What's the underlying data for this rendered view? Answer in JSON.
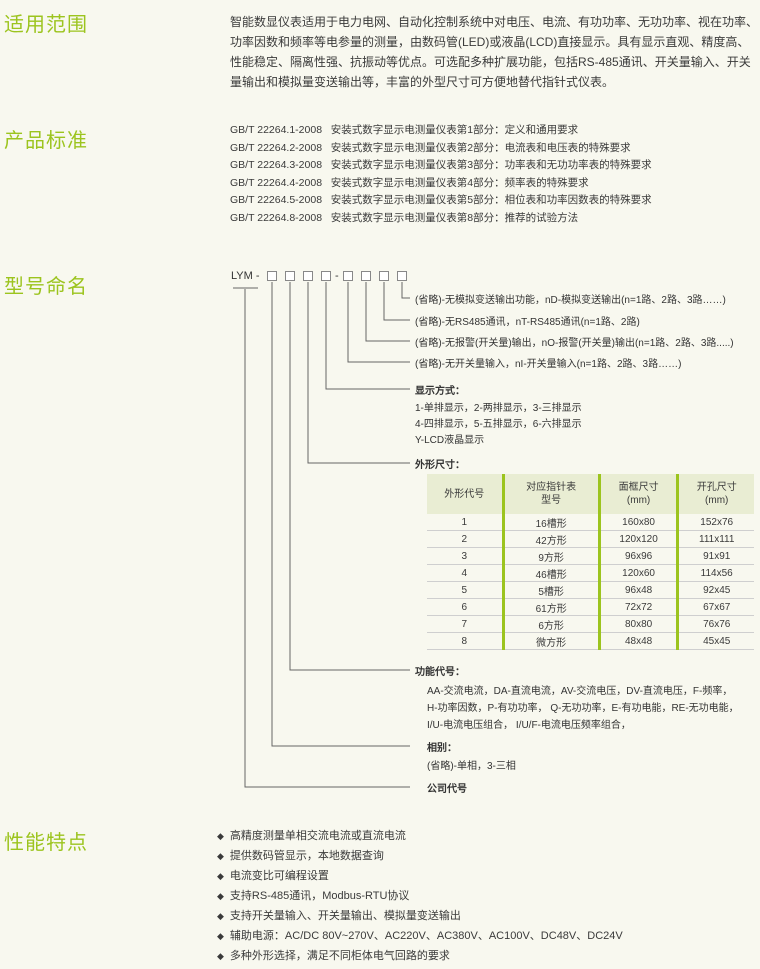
{
  "sections": {
    "scope": {
      "title": "适用范围",
      "text": "智能数显仪表适用于电力电网、自动化控制系统中对电压、电流、有功功率、无功功率、视在功率、功率因数和频率等电参量的测量，由数码管(LED)或液晶(LCD)直接显示。具有显示直观、精度高、性能稳定、隔离性强、抗振动等优点。可选配多种扩展功能，包括RS-485通讯、开关量输入、开关量输出和模拟量变送输出等，丰富的外型尺寸可方便地替代指针式仪表。"
    },
    "standards": {
      "title": "产品标准",
      "items": [
        "GB/T 22264.1-2008   安装式数字显示电测量仪表第1部分：定义和通用要求",
        "GB/T 22264.2-2008   安装式数字显示电测量仪表第2部分：电流表和电压表的特殊要求",
        "GB/T 22264.3-2008   安装式数字显示电测量仪表第3部分：功率表和无功功率表的特殊要求",
        "GB/T 22264.4-2008   安装式数字显示电测量仪表第4部分：频率表的特殊要求",
        "GB/T 22264.5-2008   安装式数字显示电测量仪表第5部分：相位表和功率因数表的特殊要求",
        "GB/T 22264.8-2008   安装式数字显示电测量仪表第8部分：推荐的试验方法"
      ]
    },
    "model": {
      "title": "型号命名",
      "prefix": "LYM -",
      "dash": "-",
      "analog": "(省略)-无模拟变送输出功能，nD-模拟变送输出(n=1路、2路、3路……)",
      "rs485": "(省略)-无RS485通讯，nT-RS485通讯(n=1路、2路)",
      "alarm": "(省略)-无报警(开关量)输出，nO-报警(开关量)输出(n=1路、2路、3路.....)",
      "input": "(省略)-无开关量输入，nI-开关量输入(n=1路、2路、3路……)",
      "display_title": "显示方式：",
      "display_lines": [
        "1-单排显示，2-两排显示，3-三排显示",
        "4-四排显示，5-五排显示，6-六排显示",
        "Y-LCD液晶显示"
      ],
      "shape_title": "外形尺寸：",
      "table": {
        "headers": [
          [
            "外形代号",
            ""
          ],
          [
            "对应指针表",
            "型号"
          ],
          [
            "面框尺寸",
            "(mm)"
          ],
          [
            "开孔尺寸",
            "(mm)"
          ]
        ],
        "rows": [
          [
            "1",
            "16槽形",
            "160x80",
            "152x76"
          ],
          [
            "2",
            "42方形",
            "120x120",
            "111x111"
          ],
          [
            "3",
            "9方形",
            "96x96",
            "91x91"
          ],
          [
            "4",
            "46槽形",
            "120x60",
            "114x56"
          ],
          [
            "5",
            "5槽形",
            "96x48",
            "92x45"
          ],
          [
            "6",
            "61方形",
            "72x72",
            "67x67"
          ],
          [
            "7",
            "6方形",
            "80x80",
            "76x76"
          ],
          [
            "8",
            "微方形",
            "48x48",
            "45x45"
          ]
        ]
      },
      "function_title": "功能代号：",
      "function_lines": [
        "AA-交流电流，DA-直流电流，AV-交流电压，DV-直流电压，F-频率，",
        "H-功率因数，P-有功功率， Q-无功功率，E-有功电能，RE-无功电能，",
        "I/U-电流电压组合， I/U/F-电流电压频率组合，"
      ],
      "phase_title": "相别：",
      "phase_text": "(省略)-单相，3-三相",
      "company_title": "公司代号"
    },
    "features": {
      "title": "性能特点",
      "bullet": "◆",
      "items": [
        "高精度测量单相交流电流或直流电流",
        "提供数码管显示，本地数据查询",
        "电流变比可编程设置",
        "支持RS-485通讯，Modbus-RTU协议",
        "支持开关量输入、开关量输出、模拟量变送输出",
        "辅助电源：AC/DC  80V~270V、AC220V、AC380V、AC100V、DC48V、DC24V",
        "多种外形选择，满足不同柜体电气回路的要求"
      ]
    }
  },
  "colors": {
    "accent": "#9cc41e",
    "background": "#f8f8ef"
  }
}
